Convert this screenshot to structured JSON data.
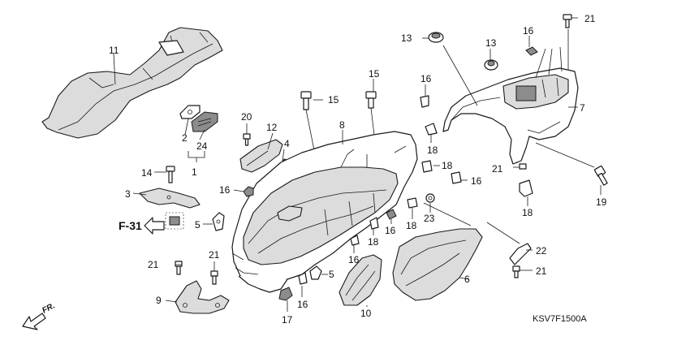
{
  "callouts": {
    "n1": "1",
    "n2": "2",
    "n3": "3",
    "n4": "4",
    "n5a": "5",
    "n5b": "5",
    "n6": "6",
    "n7": "7",
    "n8": "8",
    "n9": "9",
    "n10": "10",
    "n11": "11",
    "n12": "12",
    "n13a": "13",
    "n13b": "13",
    "n14": "14",
    "n15a": "15",
    "n15b": "15",
    "n16a": "16",
    "n16b": "16",
    "n16c": "16",
    "n16d": "16",
    "n16e": "16",
    "n16f": "16",
    "n16g": "16",
    "n17": "17",
    "n18a": "18",
    "n18b": "18",
    "n18c": "18",
    "n18d": "18",
    "n18e": "18",
    "n19": "19",
    "n20": "20",
    "n21a": "21",
    "n21b": "21",
    "n21c": "21",
    "n21d": "21",
    "n21e": "21",
    "n22": "22",
    "n23": "23",
    "n24": "24"
  },
  "reference": "F-31",
  "direction": "FR.",
  "diagram_code": "KSV7F1500A"
}
